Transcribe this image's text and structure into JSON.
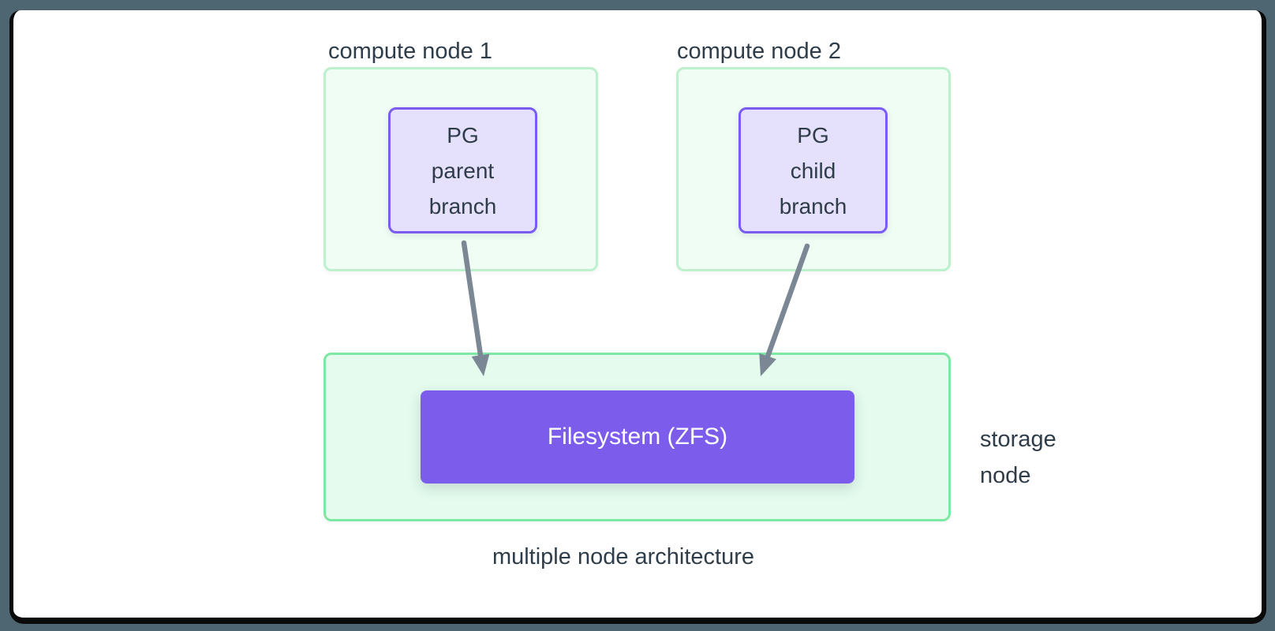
{
  "colors": {
    "page_bg": "#4d6672",
    "card_bg": "#ffffff",
    "card_border": "#0a0a0a",
    "text": "#2e3d49",
    "compute_fill": "#effdf4",
    "compute_border": "#bdf0cd",
    "storage_fill": "#e4fbee",
    "storage_border": "#7de8a4",
    "pg_fill": "#e5e0fb",
    "pg_border": "#7b5bf2",
    "fs_fill": "#7c5cea",
    "fs_text": "#ffffff",
    "arrow": "#7b8794"
  },
  "diagram": {
    "compute1": {
      "title": "compute node 1",
      "pg": [
        "PG",
        "parent",
        "branch"
      ]
    },
    "compute2": {
      "title": "compute node 2",
      "pg": [
        "PG",
        "child",
        "branch"
      ]
    },
    "storage": {
      "filesystem_label": "Filesystem (ZFS)",
      "side_label": [
        "storage",
        "node"
      ]
    },
    "caption": "multiple node architecture"
  }
}
